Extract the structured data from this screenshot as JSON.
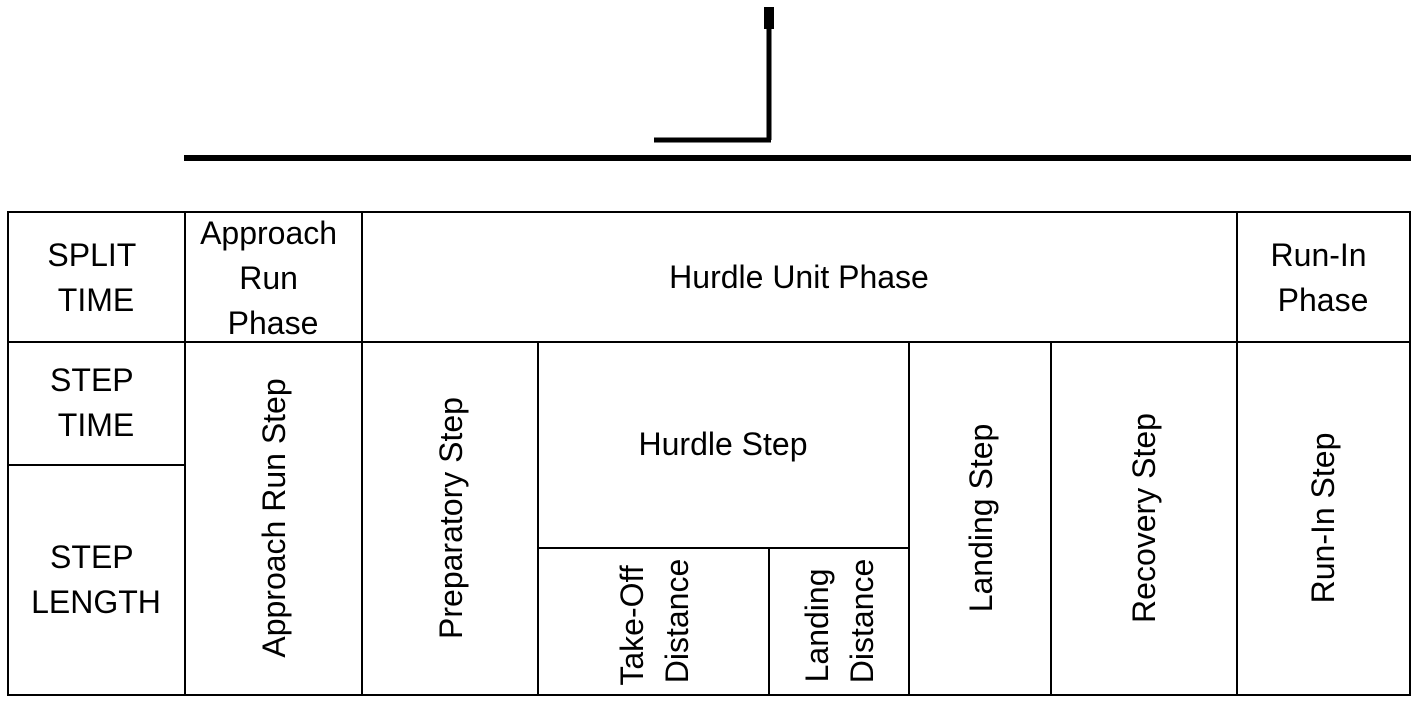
{
  "labels": {
    "split_time": [
      "SPLIT",
      "TIME"
    ],
    "step_time": [
      "STEP",
      "TIME"
    ],
    "step_length": [
      "STEP",
      "LENGTH"
    ],
    "approach_run_phase": [
      "Approach",
      "Run",
      "Phase"
    ],
    "hurdle_unit_phase": "Hurdle Unit Phase",
    "run_in_phase": [
      "Run-In",
      "Phase"
    ],
    "approach_run_step": "Approach Run Step",
    "preparatory_step": "Preparatory Step",
    "hurdle_step": "Hurdle Step",
    "take_off_distance": [
      "Take-Off",
      "Distance"
    ],
    "landing_distance": [
      "Landing",
      "Distance"
    ],
    "landing_step": "Landing Step",
    "recovery_step": "Recovery Step",
    "run_in_step": "Run-In Step"
  }
}
